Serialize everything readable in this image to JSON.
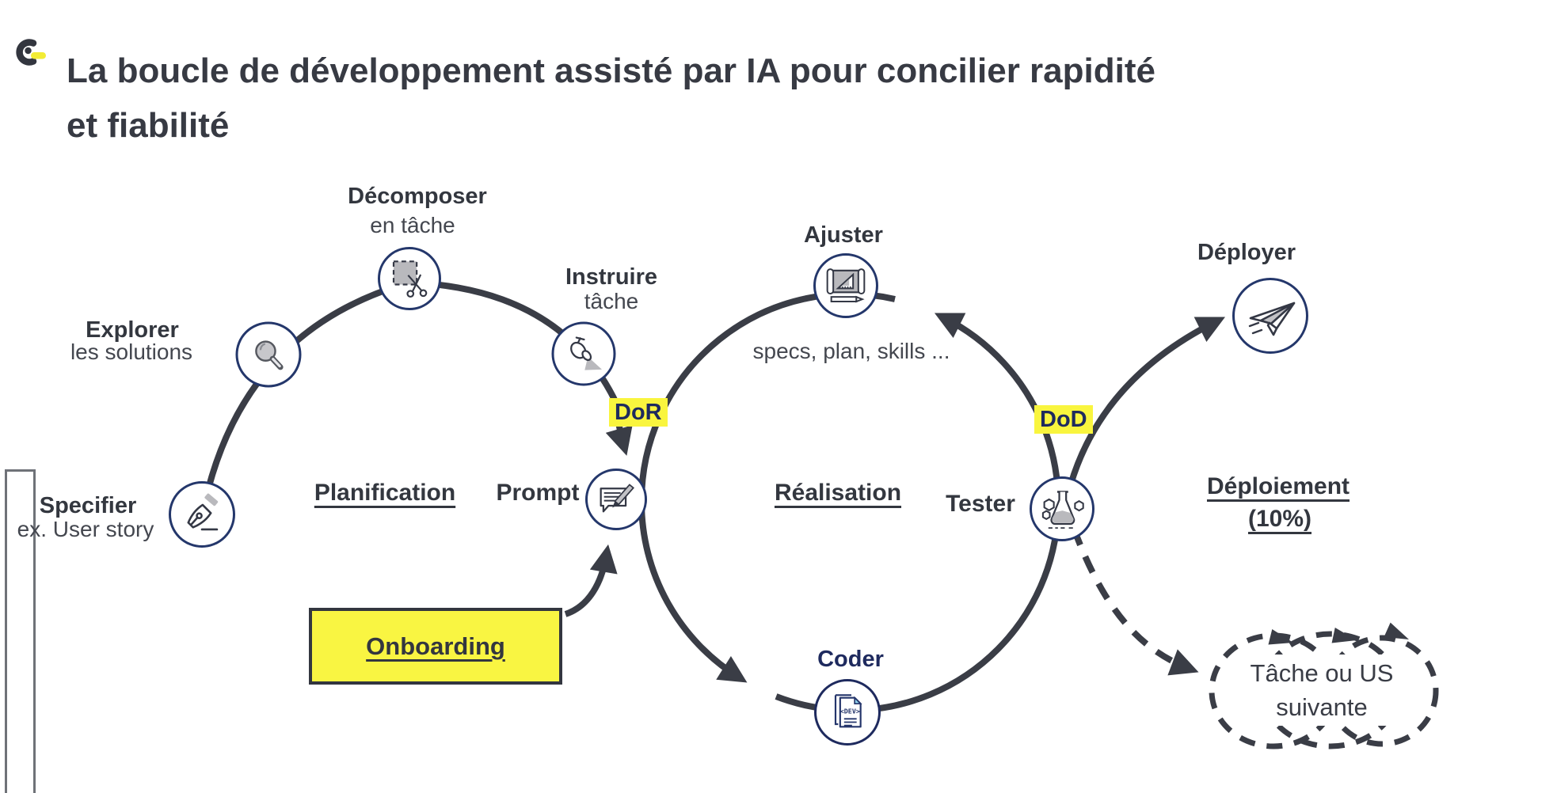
{
  "slide": {
    "title_line1": "La boucle de développement assisté par IA pour concilier rapidité",
    "title_line2": "et fiabilité"
  },
  "phases": {
    "planification": "Planification",
    "realisation": "Réalisation",
    "deploiement": "Déploiement",
    "deploiement_sub": "(10%)"
  },
  "nodes": {
    "specifier": {
      "title": "Specifier",
      "subtitle": "ex. User story"
    },
    "explorer": {
      "title": "Explorer",
      "subtitle": "les solutions"
    },
    "decomposer": {
      "title": "Décomposer",
      "subtitle": "en tâche"
    },
    "instruire": {
      "title": "Instruire",
      "subtitle": "tâche"
    },
    "prompt": {
      "title": "Prompt"
    },
    "ajuster": {
      "title": "Ajuster",
      "note": "specs, plan, skills ..."
    },
    "coder": {
      "title": "Coder",
      "icon_text": "<DEV>"
    },
    "tester": {
      "title": "Tester"
    },
    "deployer": {
      "title": "Déployer"
    }
  },
  "badges": {
    "dor": "DoR",
    "dod": "DoD"
  },
  "onboarding": {
    "label": "Onboarding"
  },
  "cloud": {
    "line1": "Tâche ou US",
    "line2": "suivante"
  },
  "colors": {
    "charcoal": "#3a3d46",
    "navy_text": "#1e2a5e",
    "circle_border": "#24376b",
    "highlight_yellow": "#f9f53e",
    "icon_gray": "#b9b9bd",
    "doc_corner_blue": "#8ed1ea"
  }
}
